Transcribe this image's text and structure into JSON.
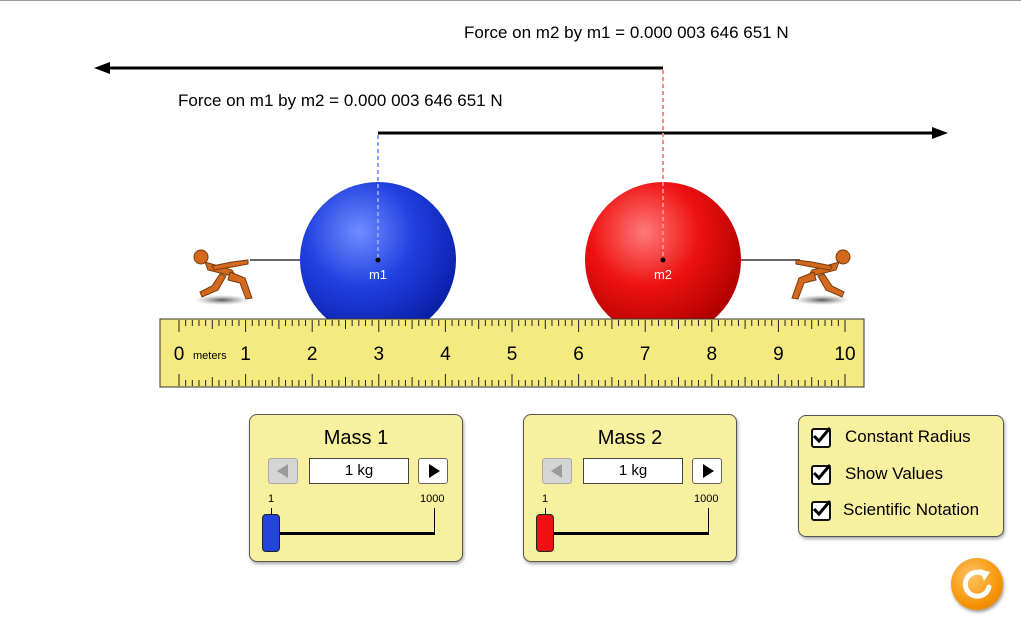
{
  "forces": {
    "on_m2": "Force on m2 by m1 = 0.000 003 646 651 N",
    "on_m1": "Force on m1 by m2 = 0.000 003 646 651 N"
  },
  "masses": {
    "m1": {
      "label": "m1",
      "position_m": 3.0,
      "color": "#2244dd"
    },
    "m2": {
      "label": "m2",
      "position_m": 7.3,
      "color": "#ee1111"
    }
  },
  "ruler": {
    "units": "meters",
    "ticks": [
      "0",
      "1",
      "2",
      "3",
      "4",
      "5",
      "6",
      "7",
      "8",
      "9",
      "10"
    ]
  },
  "mass1_panel": {
    "title": "Mass 1",
    "value": "1 kg",
    "min_label": "1",
    "max_label": "1000",
    "slider_value": 1,
    "thumb_color": "#2244dd"
  },
  "mass2_panel": {
    "title": "Mass 2",
    "value": "1 kg",
    "min_label": "1",
    "max_label": "1000",
    "slider_value": 1,
    "thumb_color": "#ee1111"
  },
  "options": {
    "constant_radius": "Constant Radius",
    "show_values": "Show Values",
    "scientific_notation": "Scientific Notation"
  },
  "icons": {
    "left_arrow": "left-arrow-icon",
    "right_arrow": "right-arrow-icon",
    "checkmark": "checkmark-icon",
    "reset": "reset-icon",
    "puller": "puller-figure-icon"
  }
}
